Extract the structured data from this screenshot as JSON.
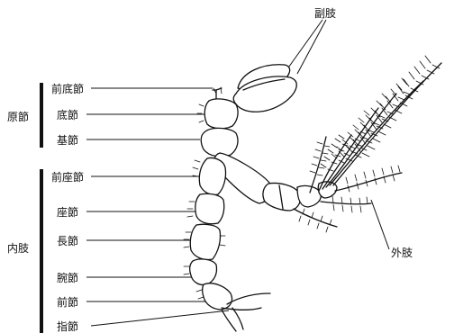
{
  "labels": {
    "epipodite": "副肢",
    "protopodite": "原節",
    "precoxa": "前底節",
    "coxa": "底節",
    "basis": "基節",
    "endopodite": "内肢",
    "preischium": "前座節",
    "ischium": "座節",
    "merus": "長節",
    "carpus": "腕節",
    "propodus": "前節",
    "dactylus": "指節",
    "exopodite": "外肢"
  }
}
